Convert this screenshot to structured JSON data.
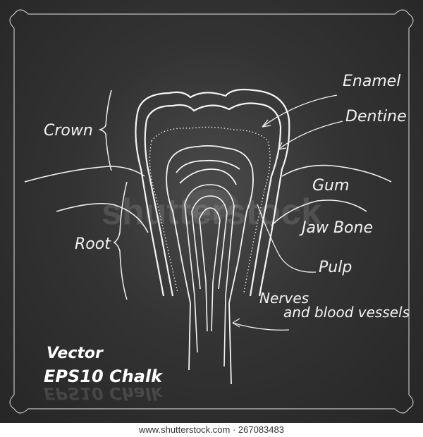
{
  "labels": {
    "crown": "Crown",
    "root": "Root",
    "enamel": "Enamel",
    "dentine": "Dentine",
    "gum": "Gum",
    "jaw_bone": "Jaw Bone",
    "pulp": "Pulp",
    "nerves_line1": "Nerves",
    "nerves_line2": "and blood vessels"
  },
  "caption": {
    "line1": "Vector",
    "line2": "EPS10 Chalk"
  },
  "watermark": "shutterstock",
  "footer_text": "www.shutterstock.com · 267083483",
  "colors": {
    "board": "#2e2e2e",
    "chalk": "#f2f2f2"
  }
}
